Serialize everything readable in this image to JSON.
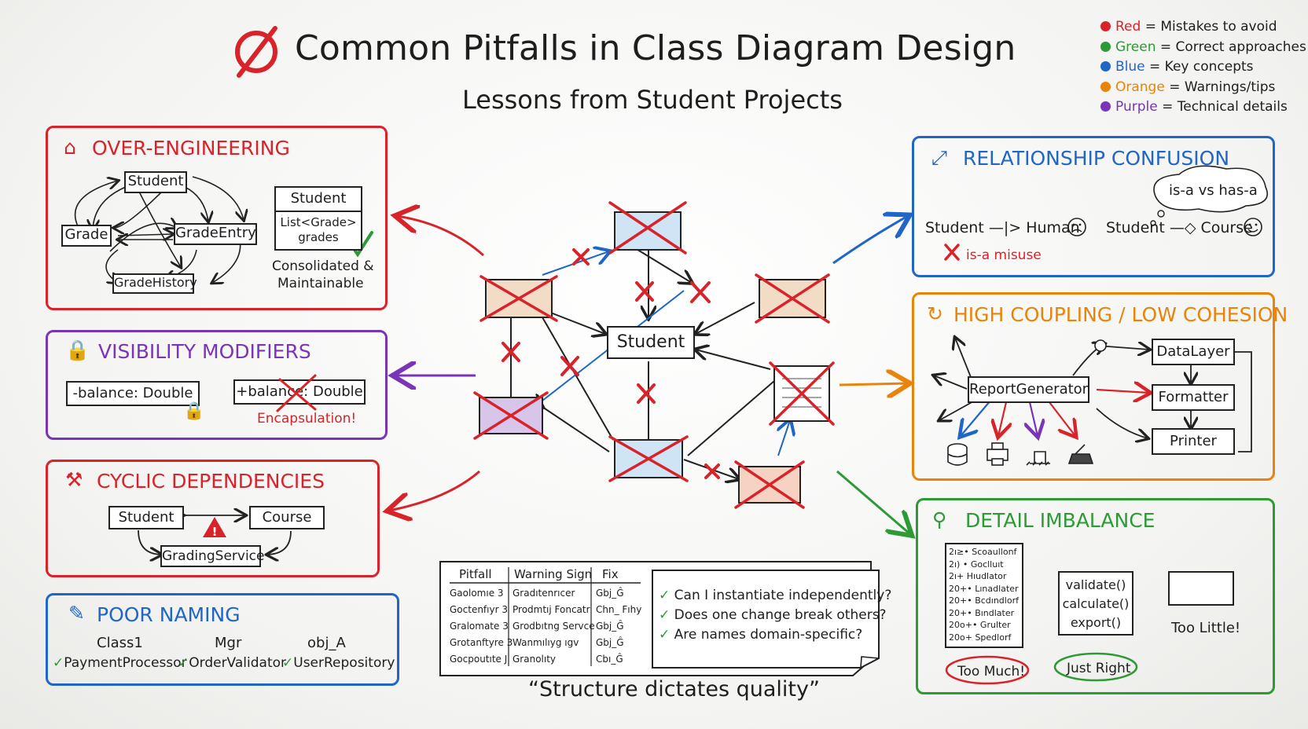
{
  "header": {
    "title": "Common Pitfalls in Class Diagram Design",
    "subtitle": "Lessons from Student Projects"
  },
  "legend": [
    {
      "color_name": "Red",
      "meaning": "= Mistakes to avoid",
      "hex": "#d8232a"
    },
    {
      "color_name": "Green",
      "meaning": "= Correct approaches",
      "hex": "#2d9a35"
    },
    {
      "color_name": "Blue",
      "meaning": "= Key concepts",
      "hex": "#1f66c6"
    },
    {
      "color_name": "Orange",
      "meaning": "= Warnings/tips",
      "hex": "#e8840a"
    },
    {
      "color_name": "Purple",
      "meaning": "= Technical details",
      "hex": "#7a34b8"
    }
  ],
  "over_engineering": {
    "title": "OVER-ENGINEERING",
    "icon": "house-icon",
    "classes": [
      "Student",
      "Grade",
      "GradeEntry",
      "GradeHistory"
    ],
    "fixed_class": "Student",
    "fixed_attr": "List<Grade>",
    "fixed_attr2": "grades",
    "caption": "Consolidated &",
    "caption2": "Maintainable"
  },
  "visibility": {
    "title": "VISIBILITY MODIFIERS",
    "icon": "lock-icon",
    "good": "-balance: Double",
    "bad": "+balance: Double",
    "note": "Encapsulation!"
  },
  "cyclic": {
    "title": "CYCLIC DEPENDENCIES",
    "icon": "wrench-icon",
    "a": "Student",
    "b": "Course",
    "c": "GradingService"
  },
  "naming": {
    "title": "POOR NAMING",
    "icon": "pencil-icon",
    "bad": [
      "Class1",
      "Mgr",
      "obj_A"
    ],
    "good": [
      "PaymentProcessor",
      "OrderValidator",
      "UserRepository"
    ]
  },
  "center": {
    "student": "Student"
  },
  "relationship": {
    "title": "RELATIONSHIP CONFUSION",
    "bubble": "is-a vs has-a",
    "wrong": "Student —|> Human",
    "right": "Student —◇ Course",
    "note": "is-a misuse"
  },
  "coupling": {
    "title": "HIGH COUPLING / LOW COHESION",
    "hub": "ReportGenerator",
    "targets": [
      "DataLayer",
      "Formatter",
      "Printer"
    ]
  },
  "detail": {
    "title": "DETAIL IMBALANCE",
    "too_much_lines": [
      "2ı≥• Scoaullonf",
      "2ı) • Goclluıt",
      "2ı+ Hıudlator",
      "20+• Lınadlater",
      "20+• Bcdındlorf",
      "20+• Bındlater",
      "20o+• Grulter",
      "20o+ Spedlorf"
    ],
    "just_right_lines": [
      "validate()",
      "calculate()",
      "export()"
    ],
    "too_much": "Too Much!",
    "just_right": "Just Right",
    "too_little": "Too Little!"
  },
  "table": {
    "headers": [
      "Pitfall",
      "Warning Sign",
      "Fix"
    ],
    "rows": [
      [
        "Gaolomıe 3",
        "Gradıtenrıcer",
        "Gbj_Ĝ"
      ],
      [
        "Goctenfıyr 3",
        "Prodmtıj Foncatr",
        "Chn_ Fıhy"
      ],
      [
        "Gralomate 3",
        "Grodbıtng Servce",
        "Gbj_Ĝ"
      ],
      [
        "Grotanftyre 3",
        "Wanmılıyg ıgv",
        "Gbj_Ĝ"
      ],
      [
        "Gocpoutıte J",
        "Granolıty",
        "Cbı_Ĝ"
      ]
    ]
  },
  "checklist": [
    "Can I instantiate independently?",
    "Does one change break others?",
    "Are names domain-specific?"
  ],
  "quote": "“Structure dictates quality”"
}
